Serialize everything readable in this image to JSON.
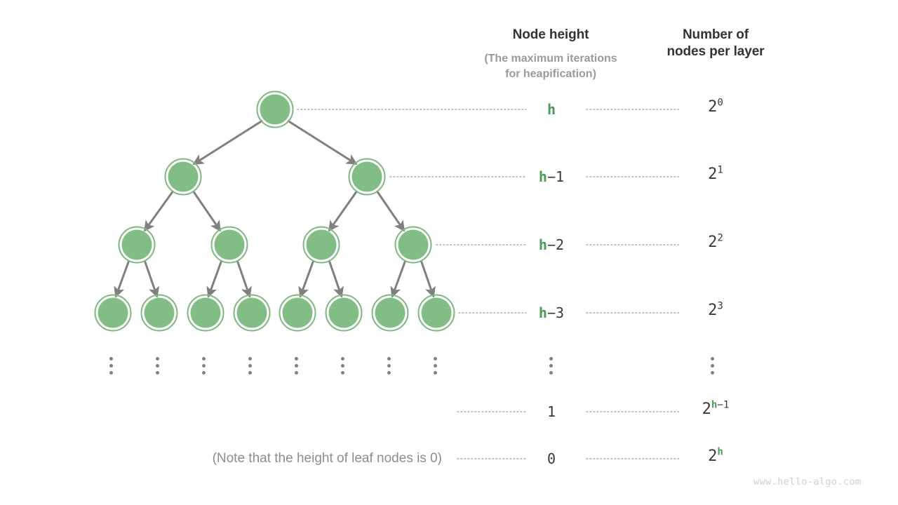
{
  "diagram": {
    "title_columns": {
      "height_header": "Node height",
      "height_subheader_line1": "(The maximum iterations",
      "height_subheader_line2": "for heapification)",
      "count_header_line1": "Number of",
      "count_header_line2": "nodes per layer"
    },
    "note": "(Note that the height of leaf nodes is 0)",
    "watermark": "www.hello-algo.com",
    "colors": {
      "node_fill": "#83bd86",
      "node_ring": "#7db87f",
      "edge": "#808080",
      "accent_green": "#4a9c53",
      "text_dark": "#333333",
      "text_muted": "#9a9a9a",
      "leader_dot": "#aaaaaa"
    },
    "rows": [
      {
        "level": 0,
        "height_label": "h",
        "height_h_part": "h",
        "height_suffix": "",
        "count_base": "2",
        "count_exp_green": "0",
        "count_exp_plain": "",
        "count_exp_is_green": false,
        "nodes": 1
      },
      {
        "level": 1,
        "height_label": "h-1",
        "height_h_part": "h",
        "height_suffix": "−1",
        "count_base": "2",
        "count_exp_green": "1",
        "count_exp_plain": "",
        "count_exp_is_green": false,
        "nodes": 2
      },
      {
        "level": 2,
        "height_label": "h-2",
        "height_h_part": "h",
        "height_suffix": "−2",
        "count_base": "2",
        "count_exp_green": "2",
        "count_exp_plain": "",
        "count_exp_is_green": false,
        "nodes": 4
      },
      {
        "level": 3,
        "height_label": "h-3",
        "height_h_part": "h",
        "height_suffix": "−3",
        "count_base": "2",
        "count_exp_green": "3",
        "count_exp_plain": "",
        "count_exp_is_green": false,
        "nodes": 8
      }
    ],
    "ellipsis_row": {
      "tree_dot_count": 8,
      "height_dots": true,
      "count_dots": true
    },
    "tail_rows": [
      {
        "height_label": "1",
        "count_base": "2",
        "count_exp_green": "h",
        "count_exp_plain": "−1"
      },
      {
        "height_label": "0",
        "count_base": "2",
        "count_exp_green": "h",
        "count_exp_plain": ""
      }
    ]
  }
}
